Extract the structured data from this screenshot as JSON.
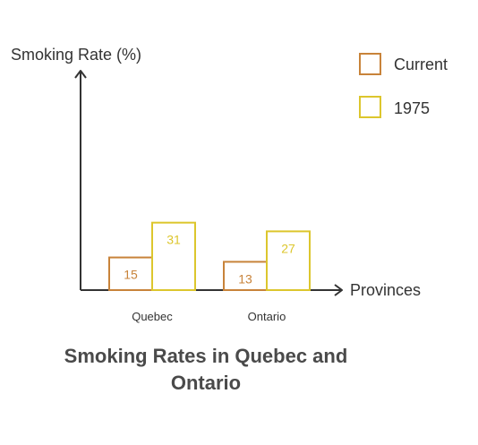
{
  "chart_data": {
    "type": "bar",
    "title": "Smoking Rates in Quebec and Ontario",
    "ylabel": "Smoking Rate (%)",
    "xlabel": "Provinces",
    "categories": [
      "Quebec",
      "Ontario"
    ],
    "series": [
      {
        "name": "Current",
        "values": [
          15,
          13
        ],
        "color": "#c8833a"
      },
      {
        "name": "1975",
        "values": [
          31,
          27
        ],
        "color": "#dcc62d"
      }
    ],
    "ylim": [
      0,
      100
    ],
    "grid": false,
    "legend": "top-right"
  },
  "colors": {
    "axis": "#333333",
    "text": "#333333",
    "title": "#4a4a4a"
  }
}
